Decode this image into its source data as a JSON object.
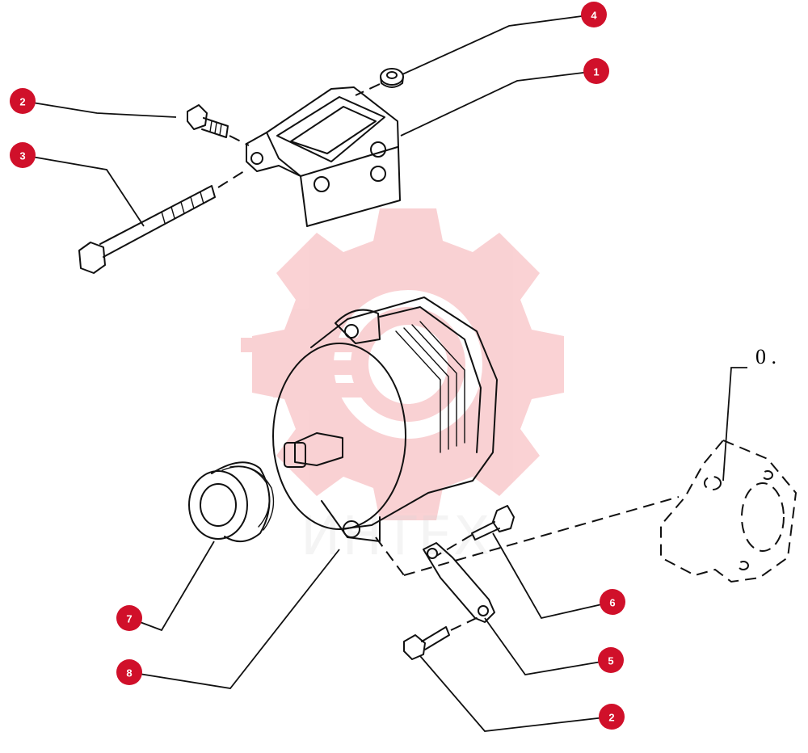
{
  "diagram": {
    "watermark_text": "ИНТЕХ",
    "watermark_color": "#e8323c",
    "callout_color": "#d0102a",
    "reference_label": "0 .",
    "callouts": [
      {
        "id": "c4",
        "number": "4",
        "part": "spacer-bushing"
      },
      {
        "id": "c1",
        "number": "1",
        "part": "mounting-bracket"
      },
      {
        "id": "c2a",
        "number": "2",
        "part": "bolt"
      },
      {
        "id": "c3",
        "number": "3",
        "part": "long-bolt"
      },
      {
        "id": "c6",
        "number": "6",
        "part": "bolt"
      },
      {
        "id": "c7",
        "number": "7",
        "part": "pulley"
      },
      {
        "id": "c5",
        "number": "5",
        "part": "tension-strap"
      },
      {
        "id": "c8",
        "number": "8",
        "part": "alternator"
      },
      {
        "id": "c2b",
        "number": "2",
        "part": "bolt"
      }
    ]
  }
}
